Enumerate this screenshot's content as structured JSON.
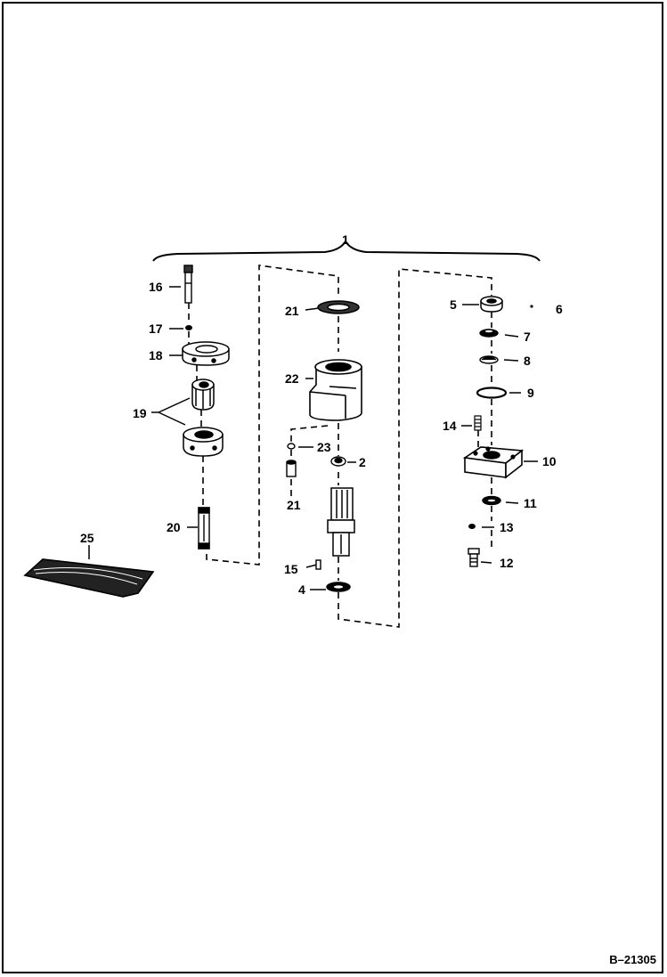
{
  "figure": {
    "reference": "B–21305",
    "labels": {
      "l1": "1",
      "l2": "2",
      "l4": "4",
      "l5": "5",
      "l6": "6",
      "l7": "7",
      "l8": "8",
      "l9": "9",
      "l10": "10",
      "l11": "11",
      "l12": "12",
      "l13": "13",
      "l14": "14",
      "l15": "15",
      "l16": "16",
      "l17": "17",
      "l18": "18",
      "l19": "19",
      "l20": "20",
      "l21a": "21",
      "l21b": "21",
      "l22": "22",
      "l23": "23",
      "l25": "25"
    }
  }
}
